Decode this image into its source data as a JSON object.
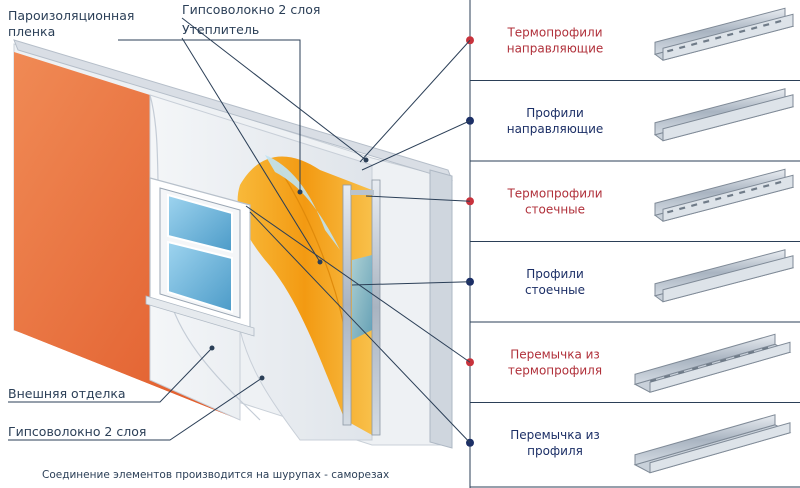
{
  "wall_labels": {
    "vapor_barrier": [
      "Пароизоляционная",
      "пленка"
    ],
    "gypsum_top": "Гипсоволокно 2 слоя",
    "insulation": "Утеплитель",
    "exterior_finish": "Внешняя отделка",
    "gypsum_bottom": "Гипсоволокно 2 слоя"
  },
  "footer_note": "Соединение элементов производится на шурупах - саморезах",
  "profiles": [
    {
      "lines": [
        "Термопрофили",
        "направляющие"
      ],
      "kind": "thermo",
      "color": "#b0303a",
      "dot": "#c8323c"
    },
    {
      "lines": [
        "Профили",
        "направляющие"
      ],
      "kind": "plain",
      "color": "#1c2f66",
      "dot": "#1c2f66"
    },
    {
      "lines": [
        "Термопрофили",
        "стоечные"
      ],
      "kind": "thermo",
      "color": "#b0303a",
      "dot": "#c8323c"
    },
    {
      "lines": [
        "Профили",
        "стоечные"
      ],
      "kind": "plain",
      "color": "#1c2f66",
      "dot": "#1c2f66"
    },
    {
      "lines": [
        "Перемычка из",
        "термопрофиля"
      ],
      "kind": "thermo",
      "color": "#b0303a",
      "dot": "#c8323c"
    },
    {
      "lines": [
        "Перемычка из",
        "профиля"
      ],
      "kind": "plain",
      "color": "#1c2f66",
      "dot": "#1c2f66"
    }
  ],
  "colors": {
    "brick": "#e8723f",
    "insulation": "#f4a21a",
    "frame_line": "#2b3f57",
    "thermo_dot": "#c8323c",
    "plain_dot": "#1c2f66"
  }
}
